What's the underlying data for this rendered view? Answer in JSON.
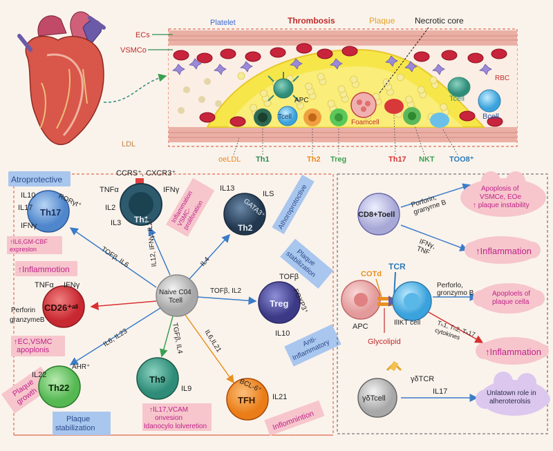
{
  "top": {
    "ecs": "ECs",
    "vsmc": "VSMCo",
    "platelet": "Platelet",
    "thrombosis": "Thrombosis",
    "plaque": "Plaque",
    "necrotic_core": "Necrotic core",
    "rbc": "RBC",
    "ldl": "LDL",
    "apc": "APC",
    "tcell_in_plaque": "Tcell",
    "foamcell": "Foamcell",
    "tcell_right": "Tcell",
    "bcell": "Bcell"
  },
  "top_labels": {
    "oxldl": "oeLDL",
    "th1": "Th1",
    "th2": "Th2",
    "treg": "Treg",
    "th17": "Th17",
    "nkt": "NKT",
    "cd8": "TOO8⁺"
  },
  "left": {
    "atheroprotective_th17": "Atroprotective",
    "th17_cytokines": [
      "IL10",
      "IL17",
      "IFNγ"
    ],
    "th17_tf": "RORγt⁺",
    "th17": "Th17",
    "th17_effect": "↑IL6,GM-CBF\nexpreslon",
    "th1_receptors": "CCRS⁺, CXCR3⁺",
    "th1_cytokines_left": [
      "TNFα",
      "IL2",
      "IL3"
    ],
    "th1_ifng": "IFNγ",
    "th1": "Th1",
    "th1_effect": "Inflammation\nVSMC-\nproliforation",
    "th2_cytokines": [
      "IL13",
      "ILS"
    ],
    "th2_tf": "GATA3⁺",
    "th2": "Th2",
    "th2_box": "Athoroprotoctive",
    "plaque_stab_treg": "Plaque\nstabilization",
    "treg_tf": "FOXP3⁺",
    "treg_top": "TOFβ",
    "treg": "Treg",
    "treg_il10": "IL10",
    "anti_inflammatory": "Anti-\nInflammatory",
    "naive": "Naive C04\nTcell",
    "arrow_th1": "IL12, IFNγ, IL27",
    "arrow_th2": "IL4",
    "arrow_treg": "TOFβ, IL2",
    "arrow_th17": "TOFβ, IL6",
    "arrow_th22": "IL6, IL23",
    "arrow_th9": "TGFβ, IL4",
    "arrow_tfh": "IL6,IL21",
    "inflammation_th17": "↑Inflammotion",
    "cd26_cytokines_top": [
      "TNFα",
      "IFNγ"
    ],
    "cd26_cytokines_left": [
      "Perforin",
      "granzymeB"
    ],
    "cd26": "CD26⁺ᵃˡˡ",
    "cd26_effect": "↑EC,VSMC\napoplonis",
    "plaque_growth": "Plaque\ngrowth",
    "th22_il22": "IL22",
    "th22_tf": "AHR⁺",
    "th22": "Th22",
    "plaque_stab_th22": "Plaque\nstabilization",
    "th9": "Th9",
    "th9_il9": "IL9",
    "th9_effect": "↑IL17,VCAM\nonvesion\nIdanocylo lolveretion",
    "tfh_tf": "BCL-6⁺",
    "tfh": "TFH",
    "tfh_il21": "IL21",
    "tfh_effect": "Inflomnintion"
  },
  "right": {
    "cd8": "CD8+Toell",
    "cd8_arrow1": "Porforin,\ngranyrne B",
    "cd8_arrow2": "IFNγ,\nTNF",
    "cd8_out1": "Apoplosis of\nVSMCe, EOe\n↑ plaque instability",
    "cd8_out2": "↑Inflammation",
    "cd1d": "COTd",
    "tcr": "TCR",
    "apc": "APC",
    "nkt": "IlIKT cell",
    "glycolipid": "Glycolipid",
    "nkt_arrow1": "Perforlo,\ngronzymo B",
    "nkt_arrow2": "Tₕ1, Tₕ2, Tₕ17\ncytokines",
    "nkt_out1": "Apoploels of\nplaque cella",
    "nkt_out2": "↑Inflammation",
    "gd_tcr": "γδTCR",
    "gd": "γδTcell",
    "gd_arrow": "IL17",
    "gd_out": "Unlatown role in\nalheroterolsis"
  },
  "colors": {
    "vessel": "#e8a8a0",
    "plaque": "#f7e64a",
    "rbc": "#c8243c",
    "dashed": "#e06a50",
    "magenta": "#c0208a",
    "pink_box": "#f6c6cc",
    "blue_box": "#a9c6ee"
  }
}
